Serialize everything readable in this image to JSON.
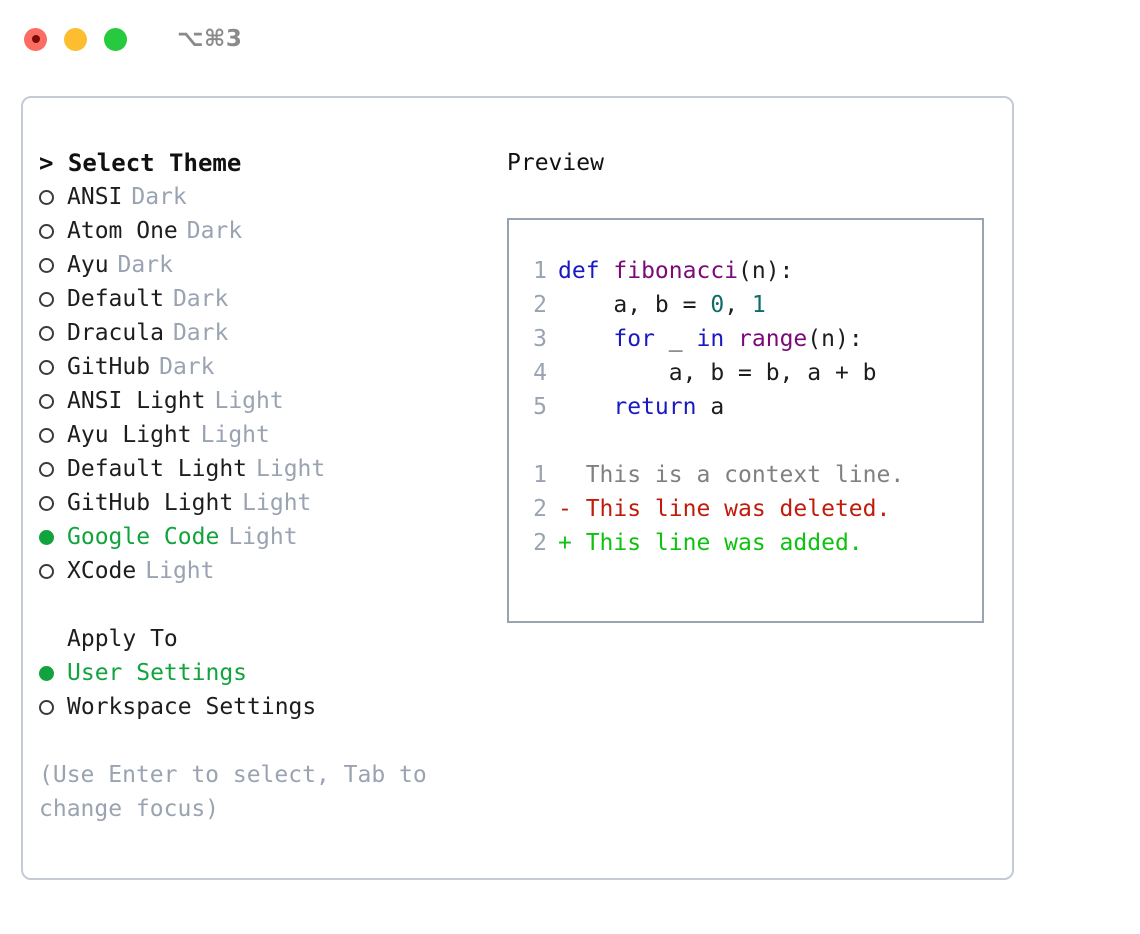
{
  "titlebar": {
    "traffic_lights": [
      {
        "name": "close",
        "color": "#fb6d63",
        "recording": true
      },
      {
        "name": "minimize",
        "color": "#fcbd2e",
        "recording": false
      },
      {
        "name": "zoom",
        "color": "#27c93f",
        "recording": false
      }
    ],
    "shortcut": "⌥⌘3"
  },
  "theme_panel": {
    "header": "> Select Theme",
    "options": [
      {
        "marker": "o",
        "name": "ANSI",
        "badge": "Dark",
        "selected": false
      },
      {
        "marker": "o",
        "name": "Atom One",
        "badge": "Dark",
        "selected": false
      },
      {
        "marker": "o",
        "name": "Ayu",
        "badge": "Dark",
        "selected": false
      },
      {
        "marker": "o",
        "name": "Default",
        "badge": "Dark",
        "selected": false
      },
      {
        "marker": "o",
        "name": "Dracula",
        "badge": "Dark",
        "selected": false
      },
      {
        "marker": "o",
        "name": "GitHub",
        "badge": "Dark",
        "selected": false
      },
      {
        "marker": "o",
        "name": "ANSI Light",
        "badge": "Light",
        "selected": false
      },
      {
        "marker": "o",
        "name": "Ayu Light",
        "badge": "Light",
        "selected": false
      },
      {
        "marker": "o",
        "name": "Default Light",
        "badge": "Light",
        "selected": false
      },
      {
        "marker": "o",
        "name": "GitHub Light",
        "badge": "Light",
        "selected": false
      },
      {
        "marker": "●",
        "name": "Google Code",
        "badge": "Light",
        "selected": true
      },
      {
        "marker": "o",
        "name": "XCode",
        "badge": "Light",
        "selected": false
      }
    ]
  },
  "apply_to": {
    "header": "Apply To",
    "options": [
      {
        "marker": "●",
        "name": "User Settings",
        "selected": true
      },
      {
        "marker": "o",
        "name": "Workspace Settings",
        "selected": false
      }
    ]
  },
  "help": {
    "text": "(Use Enter to select, Tab to change focus)"
  },
  "preview": {
    "title": "Preview",
    "code_lines": [
      {
        "lineno": "1",
        "tokens": [
          {
            "t": "def ",
            "c": "kw"
          },
          {
            "t": "fibonacci",
            "c": "fn"
          },
          {
            "t": "(n):",
            "c": "plain"
          }
        ]
      },
      {
        "lineno": "2",
        "tokens": [
          {
            "t": "    a, b = ",
            "c": "plain"
          },
          {
            "t": "0",
            "c": "num"
          },
          {
            "t": ", ",
            "c": "plain"
          },
          {
            "t": "1",
            "c": "num"
          }
        ]
      },
      {
        "lineno": "3",
        "tokens": [
          {
            "t": "    ",
            "c": "plain"
          },
          {
            "t": "for",
            "c": "kw"
          },
          {
            "t": " _ ",
            "c": "plain"
          },
          {
            "t": "in",
            "c": "kw"
          },
          {
            "t": " ",
            "c": "plain"
          },
          {
            "t": "range",
            "c": "fn"
          },
          {
            "t": "(n):",
            "c": "plain"
          }
        ]
      },
      {
        "lineno": "4",
        "tokens": [
          {
            "t": "        a, b = b, a + b",
            "c": "plain"
          }
        ]
      },
      {
        "lineno": "5",
        "tokens": [
          {
            "t": "    ",
            "c": "plain"
          },
          {
            "t": "return",
            "c": "kw"
          },
          {
            "t": " a",
            "c": "plain"
          }
        ]
      }
    ],
    "diff_lines": [
      {
        "lineno": "1",
        "tokens": [
          {
            "t": "  This is a context line.",
            "c": "ctx"
          }
        ]
      },
      {
        "lineno": "2",
        "tokens": [
          {
            "t": "- This line was deleted.",
            "c": "del"
          }
        ]
      },
      {
        "lineno": "2",
        "tokens": [
          {
            "t": "+ This line was added.",
            "c": "add"
          }
        ]
      }
    ]
  },
  "colors": {
    "accent_green": "#11a43e",
    "muted_blue_gray": "#9aa3b1",
    "keyword_blue": "#1919c4",
    "function_purple": "#7b0a78",
    "number_teal": "#0e6e66",
    "diff_deleted": "#c01b0b",
    "diff_added": "#0fc20f",
    "border": "#c4cbd6"
  }
}
